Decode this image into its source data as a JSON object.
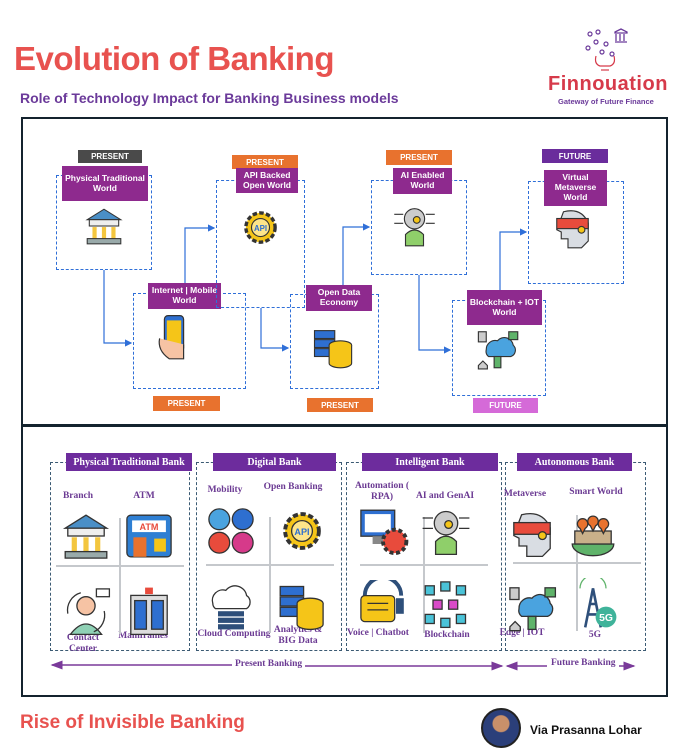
{
  "header": {
    "title": "Evolution of Banking",
    "subtitle": "Role of  Technology Impact for Banking  Business models"
  },
  "logo": {
    "name": "Finnouation",
    "tagline": "Gateway of Future Finance"
  },
  "colors": {
    "accent_red": "#e8524f",
    "purple": "#8e2a8e",
    "present_orange": "#e8722e",
    "future_purple": "#6a2c9c",
    "future_pink": "#d56ad8",
    "arrow_blue": "#2f6fd8"
  },
  "stages": [
    {
      "label": "Physical Traditional World",
      "tag": "PRESENT",
      "icon": "bank-icon"
    },
    {
      "label": "Internet | Mobile World",
      "tag": "PRESENT",
      "icon": "smartphone-icon"
    },
    {
      "label": "API Backed Open World",
      "tag": "PRESENT",
      "icon": "api-gear-icon"
    },
    {
      "label": "Open Data Economy",
      "tag": "PRESENT",
      "icon": "database-icon"
    },
    {
      "label": "AI Enabled World",
      "tag": "PRESENT",
      "icon": "robot-icon"
    },
    {
      "label": "Blockchain + IOT World",
      "tag": "FUTURE",
      "icon": "iot-cloud-icon"
    },
    {
      "label": "Virtual Metaverse World",
      "tag": "FUTURE",
      "icon": "vr-headset-icon"
    }
  ],
  "bank_types": [
    {
      "title": "Physical Traditional Bank",
      "items": [
        "Branch",
        "ATM",
        "Contact Center",
        "Mainframes"
      ]
    },
    {
      "title": "Digital Bank",
      "items": [
        "Mobility",
        "Open Banking",
        "Cloud Computing",
        "Analytics & BIG Data"
      ]
    },
    {
      "title": "Intelligent Bank",
      "items": [
        "Automation ( RPA)",
        "AI and GenAI",
        "Voice | Chatbot",
        "Blockchain"
      ]
    },
    {
      "title": "Autonomous  Bank",
      "items": [
        "Metaverse",
        "Smart World",
        "Edge | IOT",
        "5G"
      ]
    }
  ],
  "timeline": {
    "present": "Present Banking",
    "future": "Future Banking"
  },
  "footer": {
    "title": "Rise of Invisible  Banking",
    "byline": "Via Prasanna Lohar"
  }
}
